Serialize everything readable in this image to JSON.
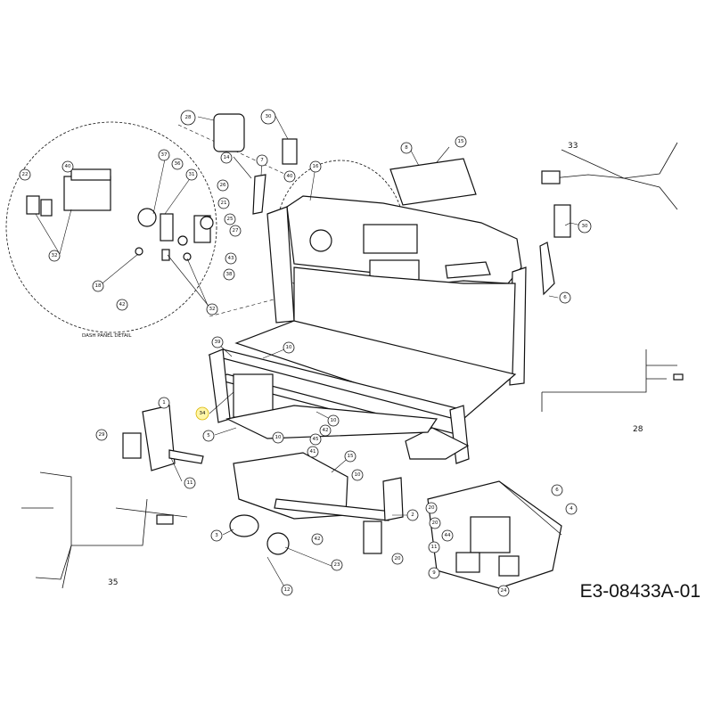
{
  "figure": {
    "reference_code": "E3-08433A-01",
    "detail_caption": "DASH PANEL DETAIL"
  },
  "callouts": [
    {
      "id": "28",
      "label": "28"
    },
    {
      "id": "30a",
      "label": "30"
    },
    {
      "id": "7",
      "label": "7"
    },
    {
      "id": "14",
      "label": "14"
    },
    {
      "id": "40a",
      "label": "40"
    },
    {
      "id": "16",
      "label": "16"
    },
    {
      "id": "8",
      "label": "8"
    },
    {
      "id": "15a",
      "label": "15"
    },
    {
      "id": "33",
      "label": "33"
    },
    {
      "id": "30b",
      "label": "30"
    },
    {
      "id": "6a",
      "label": "6"
    },
    {
      "id": "22",
      "label": "22"
    },
    {
      "id": "40b",
      "label": "40"
    },
    {
      "id": "32a",
      "label": "32"
    },
    {
      "id": "37",
      "label": "37"
    },
    {
      "id": "36",
      "label": "36"
    },
    {
      "id": "31",
      "label": "31"
    },
    {
      "id": "26",
      "label": "26"
    },
    {
      "id": "21",
      "label": "21"
    },
    {
      "id": "25",
      "label": "25"
    },
    {
      "id": "27",
      "label": "27"
    },
    {
      "id": "43",
      "label": "43"
    },
    {
      "id": "38",
      "label": "38"
    },
    {
      "id": "18",
      "label": "18"
    },
    {
      "id": "42a",
      "label": "42"
    },
    {
      "id": "32b",
      "label": "32"
    },
    {
      "id": "39",
      "label": "39"
    },
    {
      "id": "10a",
      "label": "10"
    },
    {
      "id": "34",
      "label": "34"
    },
    {
      "id": "5",
      "label": "5"
    },
    {
      "id": "10b",
      "label": "10"
    },
    {
      "id": "10c",
      "label": "10"
    },
    {
      "id": "42b",
      "label": "42"
    },
    {
      "id": "45",
      "label": "45"
    },
    {
      "id": "41",
      "label": "41"
    },
    {
      "id": "1",
      "label": "1"
    },
    {
      "id": "29",
      "label": "29"
    },
    {
      "id": "11a",
      "label": "11"
    },
    {
      "id": "15b",
      "label": "15"
    },
    {
      "id": "10d",
      "label": "10"
    },
    {
      "id": "2",
      "label": "2"
    },
    {
      "id": "42c",
      "label": "42"
    },
    {
      "id": "3",
      "label": "3"
    },
    {
      "id": "23",
      "label": "23"
    },
    {
      "id": "12",
      "label": "12"
    },
    {
      "id": "20a",
      "label": "20"
    },
    {
      "id": "6b",
      "label": "6"
    },
    {
      "id": "4",
      "label": "4"
    },
    {
      "id": "20b",
      "label": "20"
    },
    {
      "id": "9a",
      "label": "9"
    },
    {
      "id": "44",
      "label": "44"
    },
    {
      "id": "11b",
      "label": "11"
    },
    {
      "id": "9b",
      "label": "9"
    },
    {
      "id": "24",
      "label": "24"
    },
    {
      "id": "20c",
      "label": "20"
    }
  ],
  "plain_labels": [
    {
      "id": "33",
      "label": "33"
    },
    {
      "id": "28",
      "label": "28"
    },
    {
      "id": "35",
      "label": "35"
    }
  ]
}
